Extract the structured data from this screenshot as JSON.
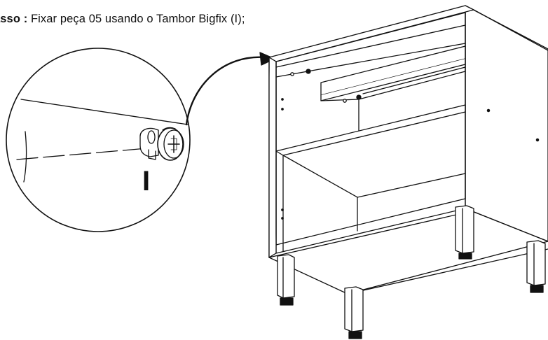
{
  "instruction": {
    "step_prefix": "asso :",
    "text": "Fixar peça 05 usando o Tambor Bigfix (I);"
  },
  "detail": {
    "part_label": "I"
  }
}
